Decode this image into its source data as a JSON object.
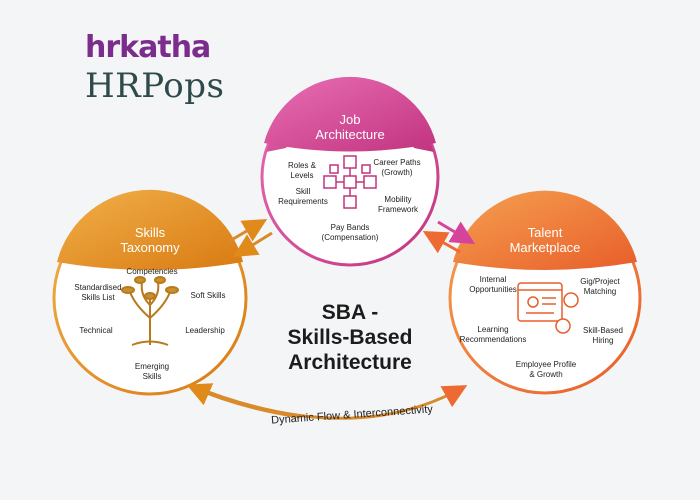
{
  "logo": {
    "brand_top": "hrkatha",
    "brand_bottom": "HRPops"
  },
  "center": {
    "title_line1": "SBA -",
    "title_line2": "Skills-Based",
    "title_line3": "Architecture"
  },
  "flow_label": "Dynamic Flow & Interconnectivity",
  "job_architecture": {
    "title_line1": "Job",
    "title_line2": "Architecture",
    "items": {
      "roles_levels": [
        "Roles &",
        "Levels"
      ],
      "career_paths": [
        "Career Paths",
        "(Growth)"
      ],
      "skill_requirements": [
        "Skill",
        "Requirements"
      ],
      "mobility_framework": [
        "Mobility",
        "Framework"
      ],
      "pay_bands": [
        "Pay Bands",
        "(Compensation)"
      ]
    }
  },
  "skills_taxonomy": {
    "title_line1": "Skills",
    "title_line2": "Taxonomy",
    "items": {
      "competencies": [
        "Competencies"
      ],
      "standardised": [
        "Standardised",
        "Skills List"
      ],
      "soft_skills": [
        "Soft Skills"
      ],
      "technical": [
        "Technical"
      ],
      "leadership": [
        "Leadership"
      ],
      "emerging": [
        "Emerging",
        "Skills"
      ]
    }
  },
  "talent_marketplace": {
    "title_line1": "Talent",
    "title_line2": "Marketplace",
    "items": {
      "internal": [
        "Internal",
        "Opportunities"
      ],
      "gig": [
        "Gig/Project",
        "Matching"
      ],
      "learning": [
        "Learning",
        "Recommendations"
      ],
      "skill_hiring": [
        "Skill-Based",
        "Hiring"
      ],
      "employee_profile": [
        "Employee Profile",
        "& Growth"
      ]
    }
  },
  "colors": {
    "job_accent": "#d6439a",
    "job_accent_light": "#e86fb4",
    "skills_accent": "#e08a1c",
    "skills_accent_light": "#efa83b",
    "talent_accent": "#ee6a33",
    "talent_accent_light": "#f39a4f",
    "brand_purple": "#7b2d8e",
    "brand_teal": "#2f4a4a"
  }
}
